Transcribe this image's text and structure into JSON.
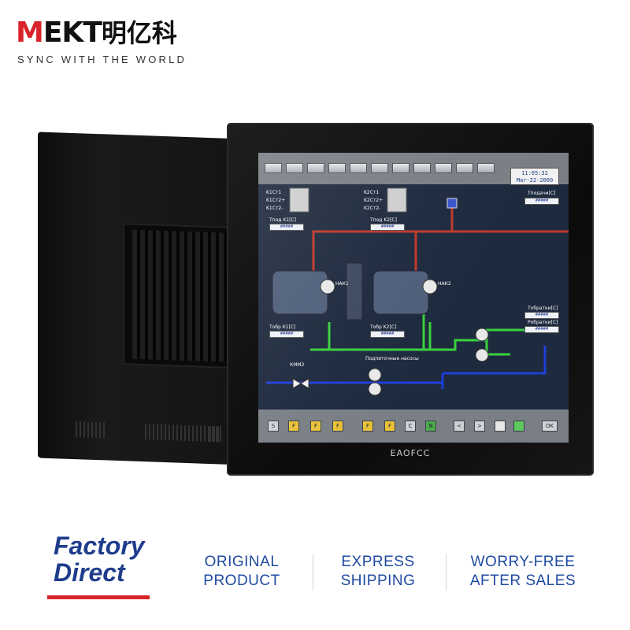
{
  "logo": {
    "letter_m": "M",
    "letters_rest": "EKT",
    "chinese": "明亿科",
    "tagline": "SYNC WITH THE WORLD"
  },
  "monitor": {
    "bezel_brand": "EAOFCC",
    "clock": {
      "time": "11:05:32",
      "date": "Mar-22-2000"
    },
    "hmi_labels": {
      "k1c1": "K1Ст1",
      "k1c2p": "K1Ст2+",
      "k1c2m": "K1Ст2-",
      "k2c1": "K2Ст1",
      "k2c2p": "K2Ст2+",
      "k2c2m": "K2Ст2-",
      "tpod_k1": "Тпод K1[C]",
      "tpod_k2": "Тпод K2[C]",
      "tpodachi": "Тподачи[C]",
      "nak1": "НАК1",
      "nak2": "НАК2",
      "tobr_k1": "Тобр K1[C]",
      "tobr_k2": "Тобр K2[C]",
      "tobratki": "Тобратки[C]",
      "robratki": "Робратки[C]",
      "pumps": "Подпиточные насосы",
      "kmm2": "КММ2"
    },
    "readout_value": "#####",
    "bottom_buttons": [
      "S",
      "F",
      "F",
      "F",
      "F",
      "F",
      "C",
      "N",
      "<",
      ">",
      "",
      "",
      "OK"
    ]
  },
  "footer": {
    "factory_line1": "Factory",
    "factory_line2": "Direct",
    "feature1_l1": "ORIGINAL",
    "feature1_l2": "PRODUCT",
    "feature2_l1": "EXPRESS",
    "feature2_l2": "SHIPPING",
    "feature3_l1": "WORRY-FREE",
    "feature3_l2": "AFTER SALES"
  },
  "colors": {
    "brand_red": "#d9232a",
    "brand_blue": "#1f3d8c",
    "pipe_red": "#c0392b",
    "pipe_green": "#39d13f",
    "pipe_blue": "#1e3fd8"
  }
}
